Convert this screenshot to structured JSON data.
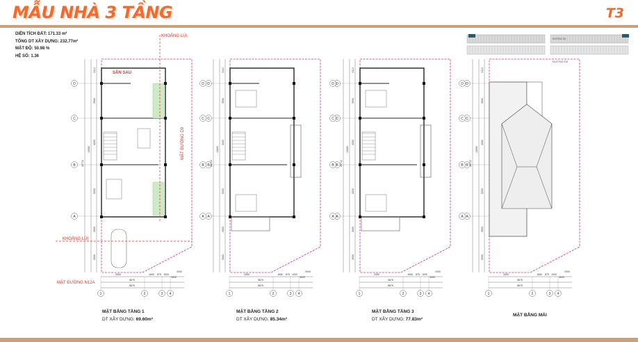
{
  "header": {
    "title": "MẪU NHÀ 3 TẦNG",
    "code": "T3"
  },
  "stats": {
    "land_area": "DIỆN TÍCH ĐẤT: 171.33 m²",
    "total_built": "TỔNG DT XÂY DỰNG: 232.77m²",
    "density": "MẬT ĐỘ: 50.98 %",
    "ratio": "HỆ SỐ: 1.36"
  },
  "labels": {
    "setback": "KHOẢNG LÙI",
    "setback_front": "KHOẢNG LÙI",
    "back_yard": "SÂN SAU",
    "road_d9": "MẶT ĐƯỜNG D9",
    "road_n12a": "MẶT ĐƯỜNG N12A",
    "road_top": "ĐƯỜNG D9",
    "road_bottom": "ĐƯỜNG D6"
  },
  "axes": {
    "rows": [
      "D",
      "C",
      "B",
      "A"
    ],
    "cols": [
      "1",
      "2",
      "3",
      "4"
    ]
  },
  "dims": {
    "vertical": [
      "3112",
      "3900",
      "4200",
      "5200",
      "2500",
      "5300",
      "3000",
      "13300",
      "20712",
      "15713"
    ],
    "horizontal": [
      "3350",
      "1650",
      "875",
      "1000",
      "3000",
      "5875",
      "8875",
      "2000",
      "3875",
      "3571"
    ]
  },
  "plans": [
    {
      "title": "MẶT BẰNG TẦNG 1",
      "area_label": "DT XÂY DỰNG: ",
      "area": "69.60m²"
    },
    {
      "title": "MẶT BẰNG TẦNG 2",
      "area_label": "DT XÂY DỰNG: ",
      "area": "85.34m²"
    },
    {
      "title": "MẶT BẰNG TẦNG 3",
      "area_label": "DT XÂY DỰNG: ",
      "area": "77.83m²"
    },
    {
      "title": "MẶT BẰNG MÁI"
    }
  ],
  "colors": {
    "accent": "#f26a2e",
    "band": "#caa07a",
    "boundary": "#c2338f",
    "red_label": "#e0312b"
  }
}
